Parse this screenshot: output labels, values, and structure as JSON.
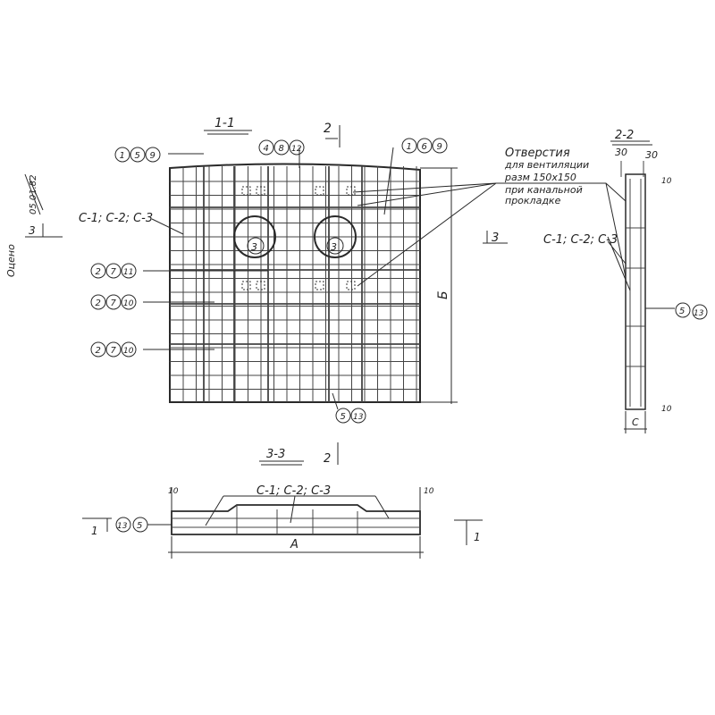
{
  "stamp": {
    "text": "Оцено",
    "date": "05.01.82",
    "section_mark": "3"
  },
  "plan": {
    "title": "1-1",
    "section_mark_top": "2",
    "callouts": {
      "top_left": [
        "1",
        "5",
        "9"
      ],
      "top_mid": [
        "4",
        "8",
        "12"
      ],
      "top_right": [
        "1",
        "6",
        "9"
      ],
      "row1": [
        "2",
        "7",
        "11"
      ],
      "row2": [
        "2",
        "7",
        "10"
      ],
      "row3": [
        "2",
        "7",
        "10"
      ],
      "bottom": [
        "5",
        "13"
      ],
      "holes": [
        "3",
        "3"
      ]
    },
    "mesh_label": "С-1; С-2; С-3",
    "dim_height": "Б",
    "section_mark_right": "3"
  },
  "note": {
    "line1": "Отверстия",
    "line2": "для вентиляции",
    "line3": "разм 150х150",
    "line4": "при канальной",
    "line5": "прокладке"
  },
  "section22": {
    "title": "2-2",
    "dim_left": "30",
    "dim_right": "30",
    "dim_small_top": "10",
    "dim_small_bottom": "10",
    "mesh_label": "С-1; С-2; С-3",
    "callout": [
      "5",
      "13"
    ],
    "dim_width": "С"
  },
  "section33": {
    "title": "3-3",
    "section_mark": "2",
    "mesh_label": "С-1;  С-2;  С-3",
    "callout": [
      "13",
      "5"
    ],
    "dim_left": "10",
    "dim_right": "10",
    "dim_width": "А",
    "cut_left": "1",
    "cut_right": "1"
  }
}
